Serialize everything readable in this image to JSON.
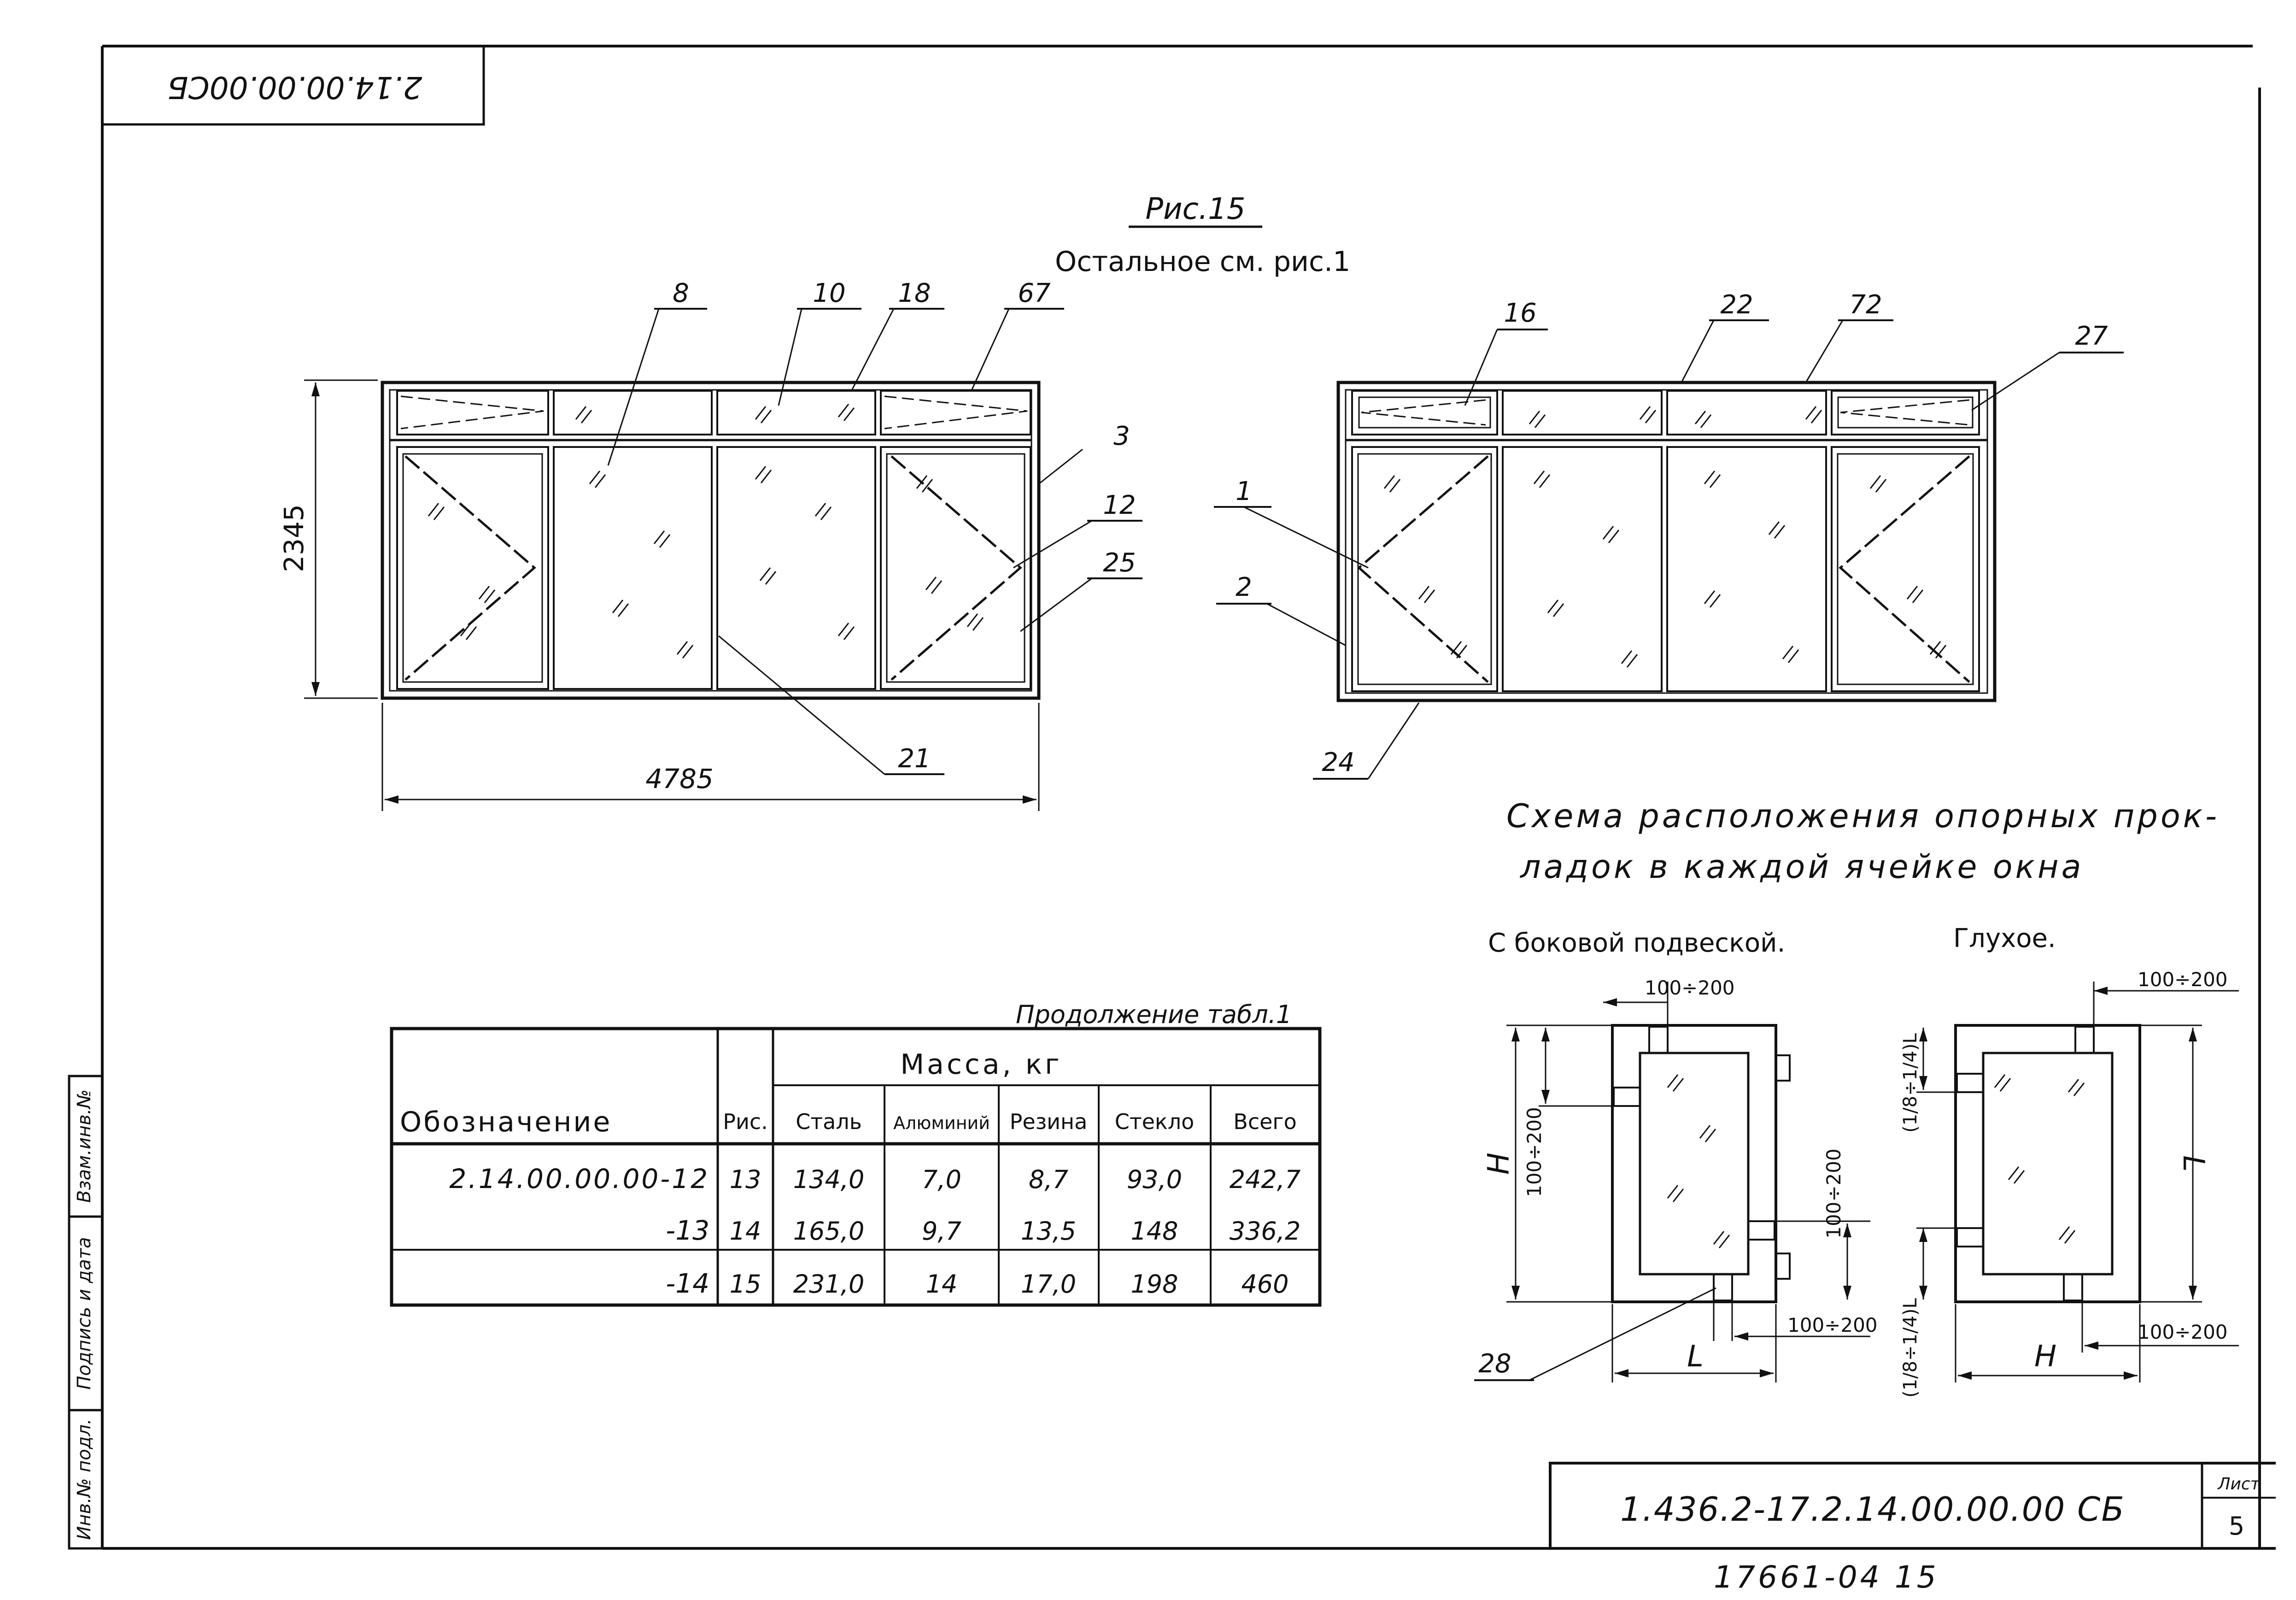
{
  "corner_stamp": "2.14.00.00.00СБ",
  "figure": {
    "title": "Рис.15",
    "note": "Остальное см. рис.1",
    "dims": {
      "height": "2345",
      "width": "4785"
    },
    "callouts_left": [
      "8",
      "10",
      "18",
      "67",
      "3",
      "12",
      "25",
      "21"
    ],
    "callouts_right": [
      "16",
      "22",
      "72",
      "27",
      "1",
      "2",
      "24"
    ]
  },
  "scheme": {
    "title_line1": "Схема расположения опорных прок-",
    "title_line2": "ладок в каждой ячейке окна",
    "left": {
      "caption": "С боковой подвеской.",
      "dim_top": "100÷200",
      "dim_left": "100÷200",
      "dim_right": "100÷200",
      "dim_bottom": "100÷200",
      "label_H": "H",
      "label_L": "L",
      "callout": "28"
    },
    "right": {
      "caption": "Глухое.",
      "dim_top": "100÷200",
      "dim_left_top": "(1/8÷1/4)L",
      "dim_left_bottom": "(1/8÷1/4)L",
      "dim_bottom": "100÷200",
      "label_L": "L",
      "label_H": "H"
    }
  },
  "table": {
    "caption": "Продолжение табл.1",
    "header": {
      "designation": "Обозначение",
      "fig": "Рис.",
      "mass": "Масса, кг",
      "cols": [
        "Сталь",
        "Алюминий",
        "Резина",
        "Стекло",
        "Всего"
      ]
    },
    "rows": [
      {
        "designation": "2.14.00.00.00-12",
        "fig": "13",
        "values": [
          "134,0",
          "7,0",
          "8,7",
          "93,0",
          "242,7"
        ]
      },
      {
        "designation": "-13",
        "fig": "14",
        "values": [
          "165,0",
          "9,7",
          "13,5",
          "148",
          "336,2"
        ]
      },
      {
        "designation": "-14",
        "fig": "15",
        "values": [
          "231,0",
          "14",
          "17,0",
          "198",
          "460"
        ]
      }
    ]
  },
  "side_stamp": [
    "Взам.инв.№",
    "Подпись и дата",
    "Инв.№ подл."
  ],
  "title_block": {
    "code": "1.436.2-17.2.14.00.00.00 СБ",
    "sheet_label": "Лист",
    "sheet_number": "5",
    "footer": "17661-04 15"
  }
}
